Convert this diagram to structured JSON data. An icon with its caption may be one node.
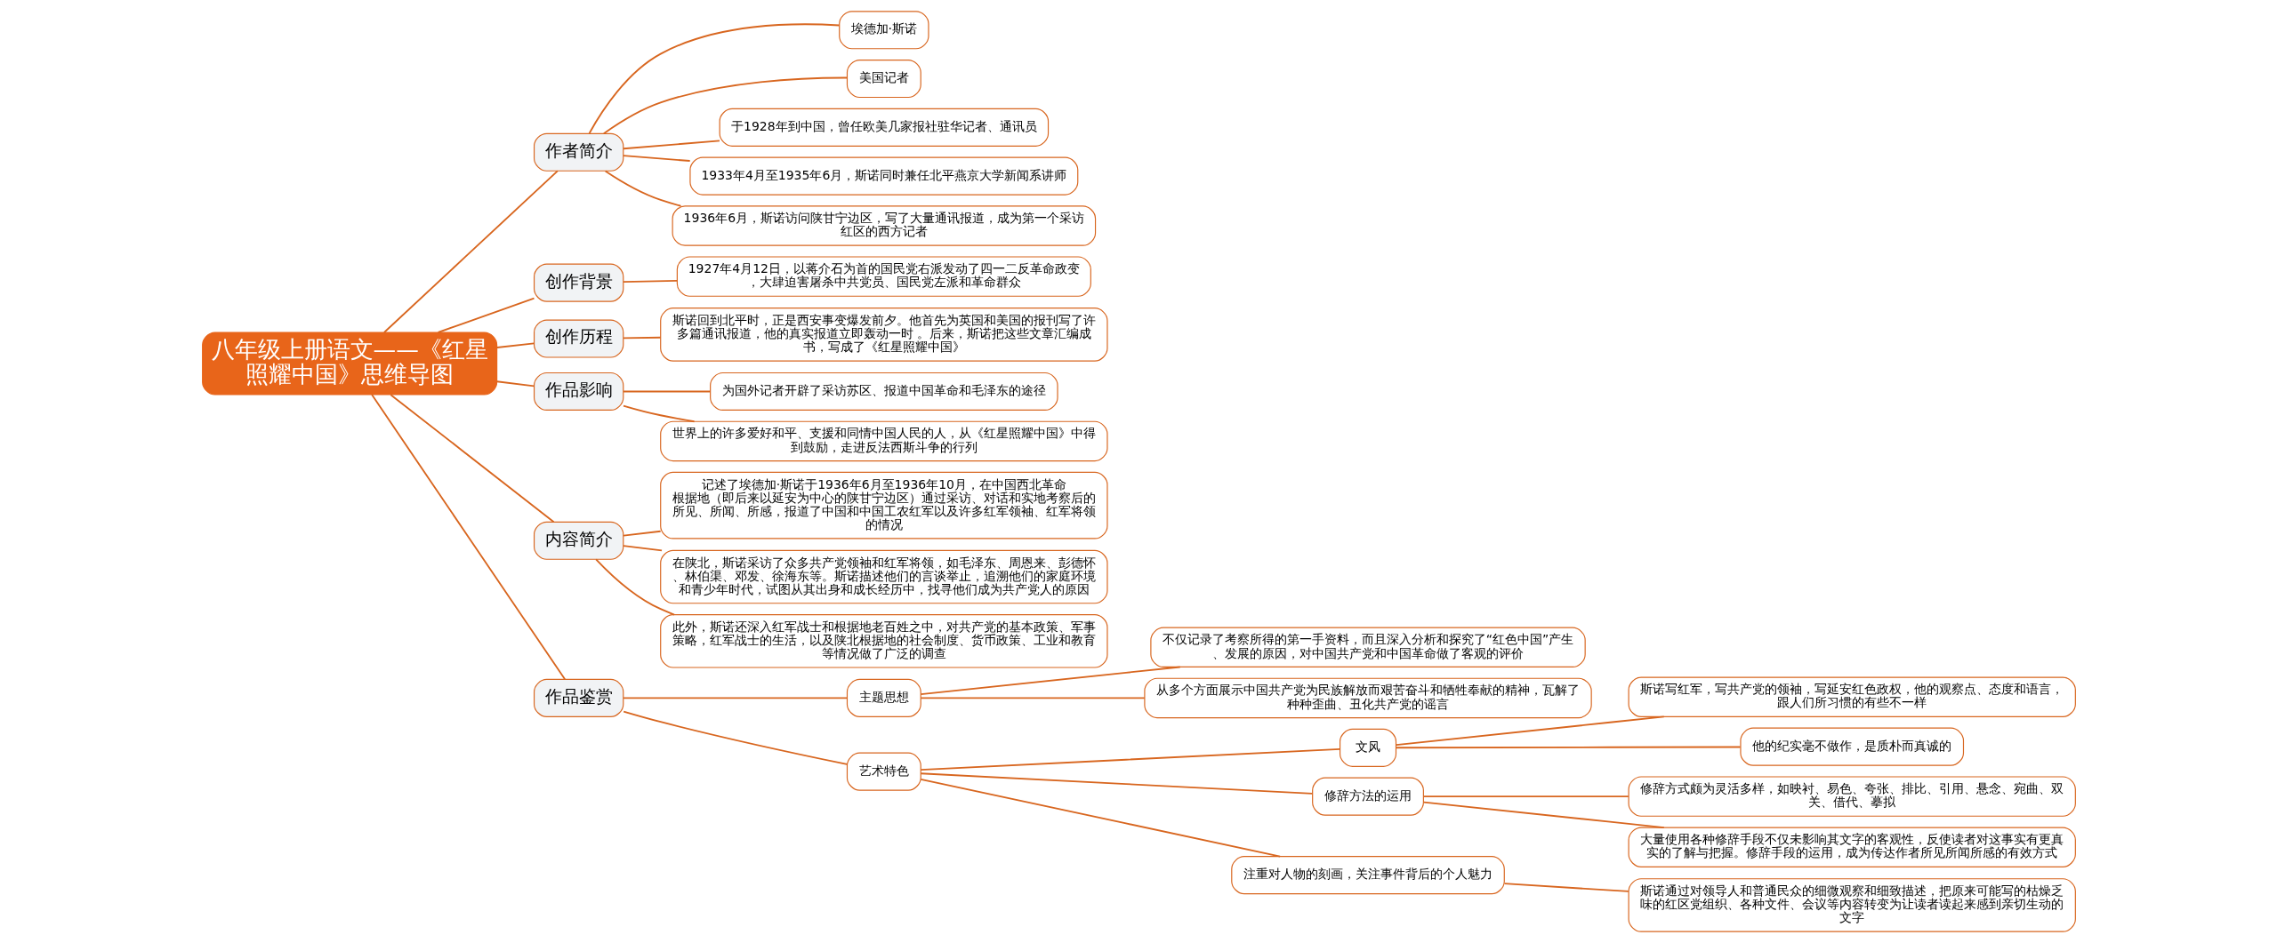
{
  "diagram": {
    "nodes": [
      {
        "text": [
          "八年级上册语文——《红星照耀中国》思维导图"
        ]
      },
      {
        "text": [
          "作者简介"
        ]
      },
      {
        "text": [
          "埃德加·斯诺"
        ]
      },
      {
        "text": [
          "美国记者"
        ]
      },
      {
        "text": [
          "于1928年到中国，曾任欧美几家报社驻华记者、通讯员"
        ]
      },
      {
        "text": [
          "1933年4月至1935年6月，斯诺同时兼任北平燕京大学新闻系讲师"
        ]
      },
      {
        "text": [
          "1936年6月，斯诺访问陕甘宁边区，写了大量通讯报道，成为第一个采访红区的西方记者"
        ]
      },
      {
        "text": [
          "创作背景"
        ]
      },
      {
        "text": [
          "1927年4月12日，以蒋介石为首的国民党右派发动了四一二反革命政变，大肆迫害屠杀中共党员、国民党左派和革命群众"
        ]
      },
      {
        "text": [
          "创作历程"
        ]
      },
      {
        "text": [
          "斯诺回到北平时，正是西安事变爆发前夕。他首先为英国和美国的报刊写了许多篇通讯报道，他的真实报道立即轰动一时 。后来，斯诺把这些文章汇编成书，写成了《红星照耀中国》"
        ]
      },
      {
        "text": [
          "作品影响"
        ]
      },
      {
        "text": [
          "为国外记者开辟了采访苏区、报道中国革命和毛泽东的途径"
        ]
      },
      {
        "text": [
          "世界上的许多爱好和平、支援和同情中国人民的人，从《红星照耀中国》中得到鼓励，走进反法西斯斗争的行列"
        ]
      },
      {
        "text": [
          "内容简介"
        ]
      },
      {
        "text": [
          "记述了埃德加·斯诺于1936年6月至1936年10月，在中国西北革命根据地（即后来以延安为中心的陕甘宁边区）通过采访、对话和实地考察后的所见、所闻、所感，报道了中国和中国工农红军以及许多红军领袖、红军将领的情况"
        ]
      },
      {
        "text": [
          "在陕北，斯诺采访了众多共产党领袖和红军将领，如毛泽东、周恩来、彭德怀、林伯渠、邓发、徐海东等。斯诺描述他们的言谈举止，追溯他们的家庭环境和青少年时代，试图从其出身和成长经历中，找寻他们成为共产党人的原因"
        ]
      },
      {
        "text": [
          "此外，斯诺还深入红军战士和根据地老百姓之中，对共产党的基本政策、军事策略，红军战士的生活，以及陕北根据地的社会制度、货币政策、工业和教育等情况做了广泛的调查"
        ]
      },
      {
        "text": [
          "作品鉴赏"
        ]
      },
      {
        "text": [
          "主题思想"
        ]
      },
      {
        "text": [
          "不仅记录了考察所得的第一手资料，而且深入分析和探究了“红色中国”产生、发展的原因，对中国共产党和中国革命做了客观的评价"
        ]
      },
      {
        "text": [
          "从多个方面展示中国共产党为民族解放而艰苦奋斗和牺牲奉献的精神，瓦解了种种歪曲、丑化共产党的谣言"
        ]
      },
      {
        "text": [
          "艺术特色"
        ]
      },
      {
        "text": [
          "文风"
        ]
      },
      {
        "text": [
          "斯诺写红军，写共产党的领袖，写延安红色政权，他的观察点、态度和语言，跟人们所习惯的有些不一样"
        ]
      },
      {
        "text": [
          "他的纪实毫不做作，是质朴而真诚的"
        ]
      },
      {
        "text": [
          "修辞方法的运用"
        ]
      },
      {
        "text": [
          "修辞方式颇为灵活多样，如映衬、易色、夸张、排比、引用、悬念、宛曲、双关、借代、摹拟"
        ]
      },
      {
        "text": [
          "大量使用各种修辞手段不仅未影响其文字的客观性，反使读者对这事实有更真实的了解与把握。修辞手段的运用，成为传达作者所见所闻所感的有效方式"
        ]
      },
      {
        "text": [
          "注重对人物的刻画，关注事件背后的个人魅力"
        ]
      },
      {
        "text": [
          "斯诺通过对领导人和普通民众的细微观察和细致描述，把原来可能写的枯燥乏味的红区党组织、各种文件、会议等内容转变为让读者读起来感到亲切生动的文字"
        ]
      }
    ],
    "edges": [
      {
        "from": 0,
        "to": 1,
        "arrow": "none"
      },
      {
        "from": 1,
        "to": 2,
        "arrow": "none"
      },
      {
        "from": 1,
        "to": 3,
        "arrow": "none"
      },
      {
        "from": 1,
        "to": 4,
        "arrow": "none"
      },
      {
        "from": 1,
        "to": 5,
        "arrow": "none"
      },
      {
        "from": 1,
        "to": 6,
        "arrow": "none"
      },
      {
        "from": 0,
        "to": 7,
        "arrow": "none"
      },
      {
        "from": 7,
        "to": 8,
        "arrow": "none"
      },
      {
        "from": 0,
        "to": 9,
        "arrow": "none"
      },
      {
        "from": 9,
        "to": 10,
        "arrow": "none"
      },
      {
        "from": 0,
        "to": 11,
        "arrow": "none"
      },
      {
        "from": 11,
        "to": 12,
        "arrow": "none"
      },
      {
        "from": 11,
        "to": 13,
        "arrow": "none"
      },
      {
        "from": 0,
        "to": 14,
        "arrow": "none"
      },
      {
        "from": 14,
        "to": 15,
        "arrow": "none"
      },
      {
        "from": 14,
        "to": 16,
        "arrow": "none"
      },
      {
        "from": 14,
        "to": 17,
        "arrow": "none"
      },
      {
        "from": 0,
        "to": 18,
        "arrow": "none"
      },
      {
        "from": 18,
        "to": 19,
        "arrow": "none"
      },
      {
        "from": 19,
        "to": 20,
        "arrow": "none"
      },
      {
        "from": 19,
        "to": 21,
        "arrow": "none"
      },
      {
        "from": 18,
        "to": 22,
        "arrow": "none"
      },
      {
        "from": 22,
        "to": 23,
        "arrow": "none"
      },
      {
        "from": 23,
        "to": 24,
        "arrow": "none"
      },
      {
        "from": 23,
        "to": 25,
        "arrow": "none"
      },
      {
        "from": 22,
        "to": 26,
        "arrow": "none"
      },
      {
        "from": 26,
        "to": 27,
        "arrow": "none"
      },
      {
        "from": 26,
        "to": 28,
        "arrow": "none"
      },
      {
        "from": 22,
        "to": 29,
        "arrow": "none"
      },
      {
        "from": 29,
        "to": 30,
        "arrow": "none"
      }
    ]
  }
}
